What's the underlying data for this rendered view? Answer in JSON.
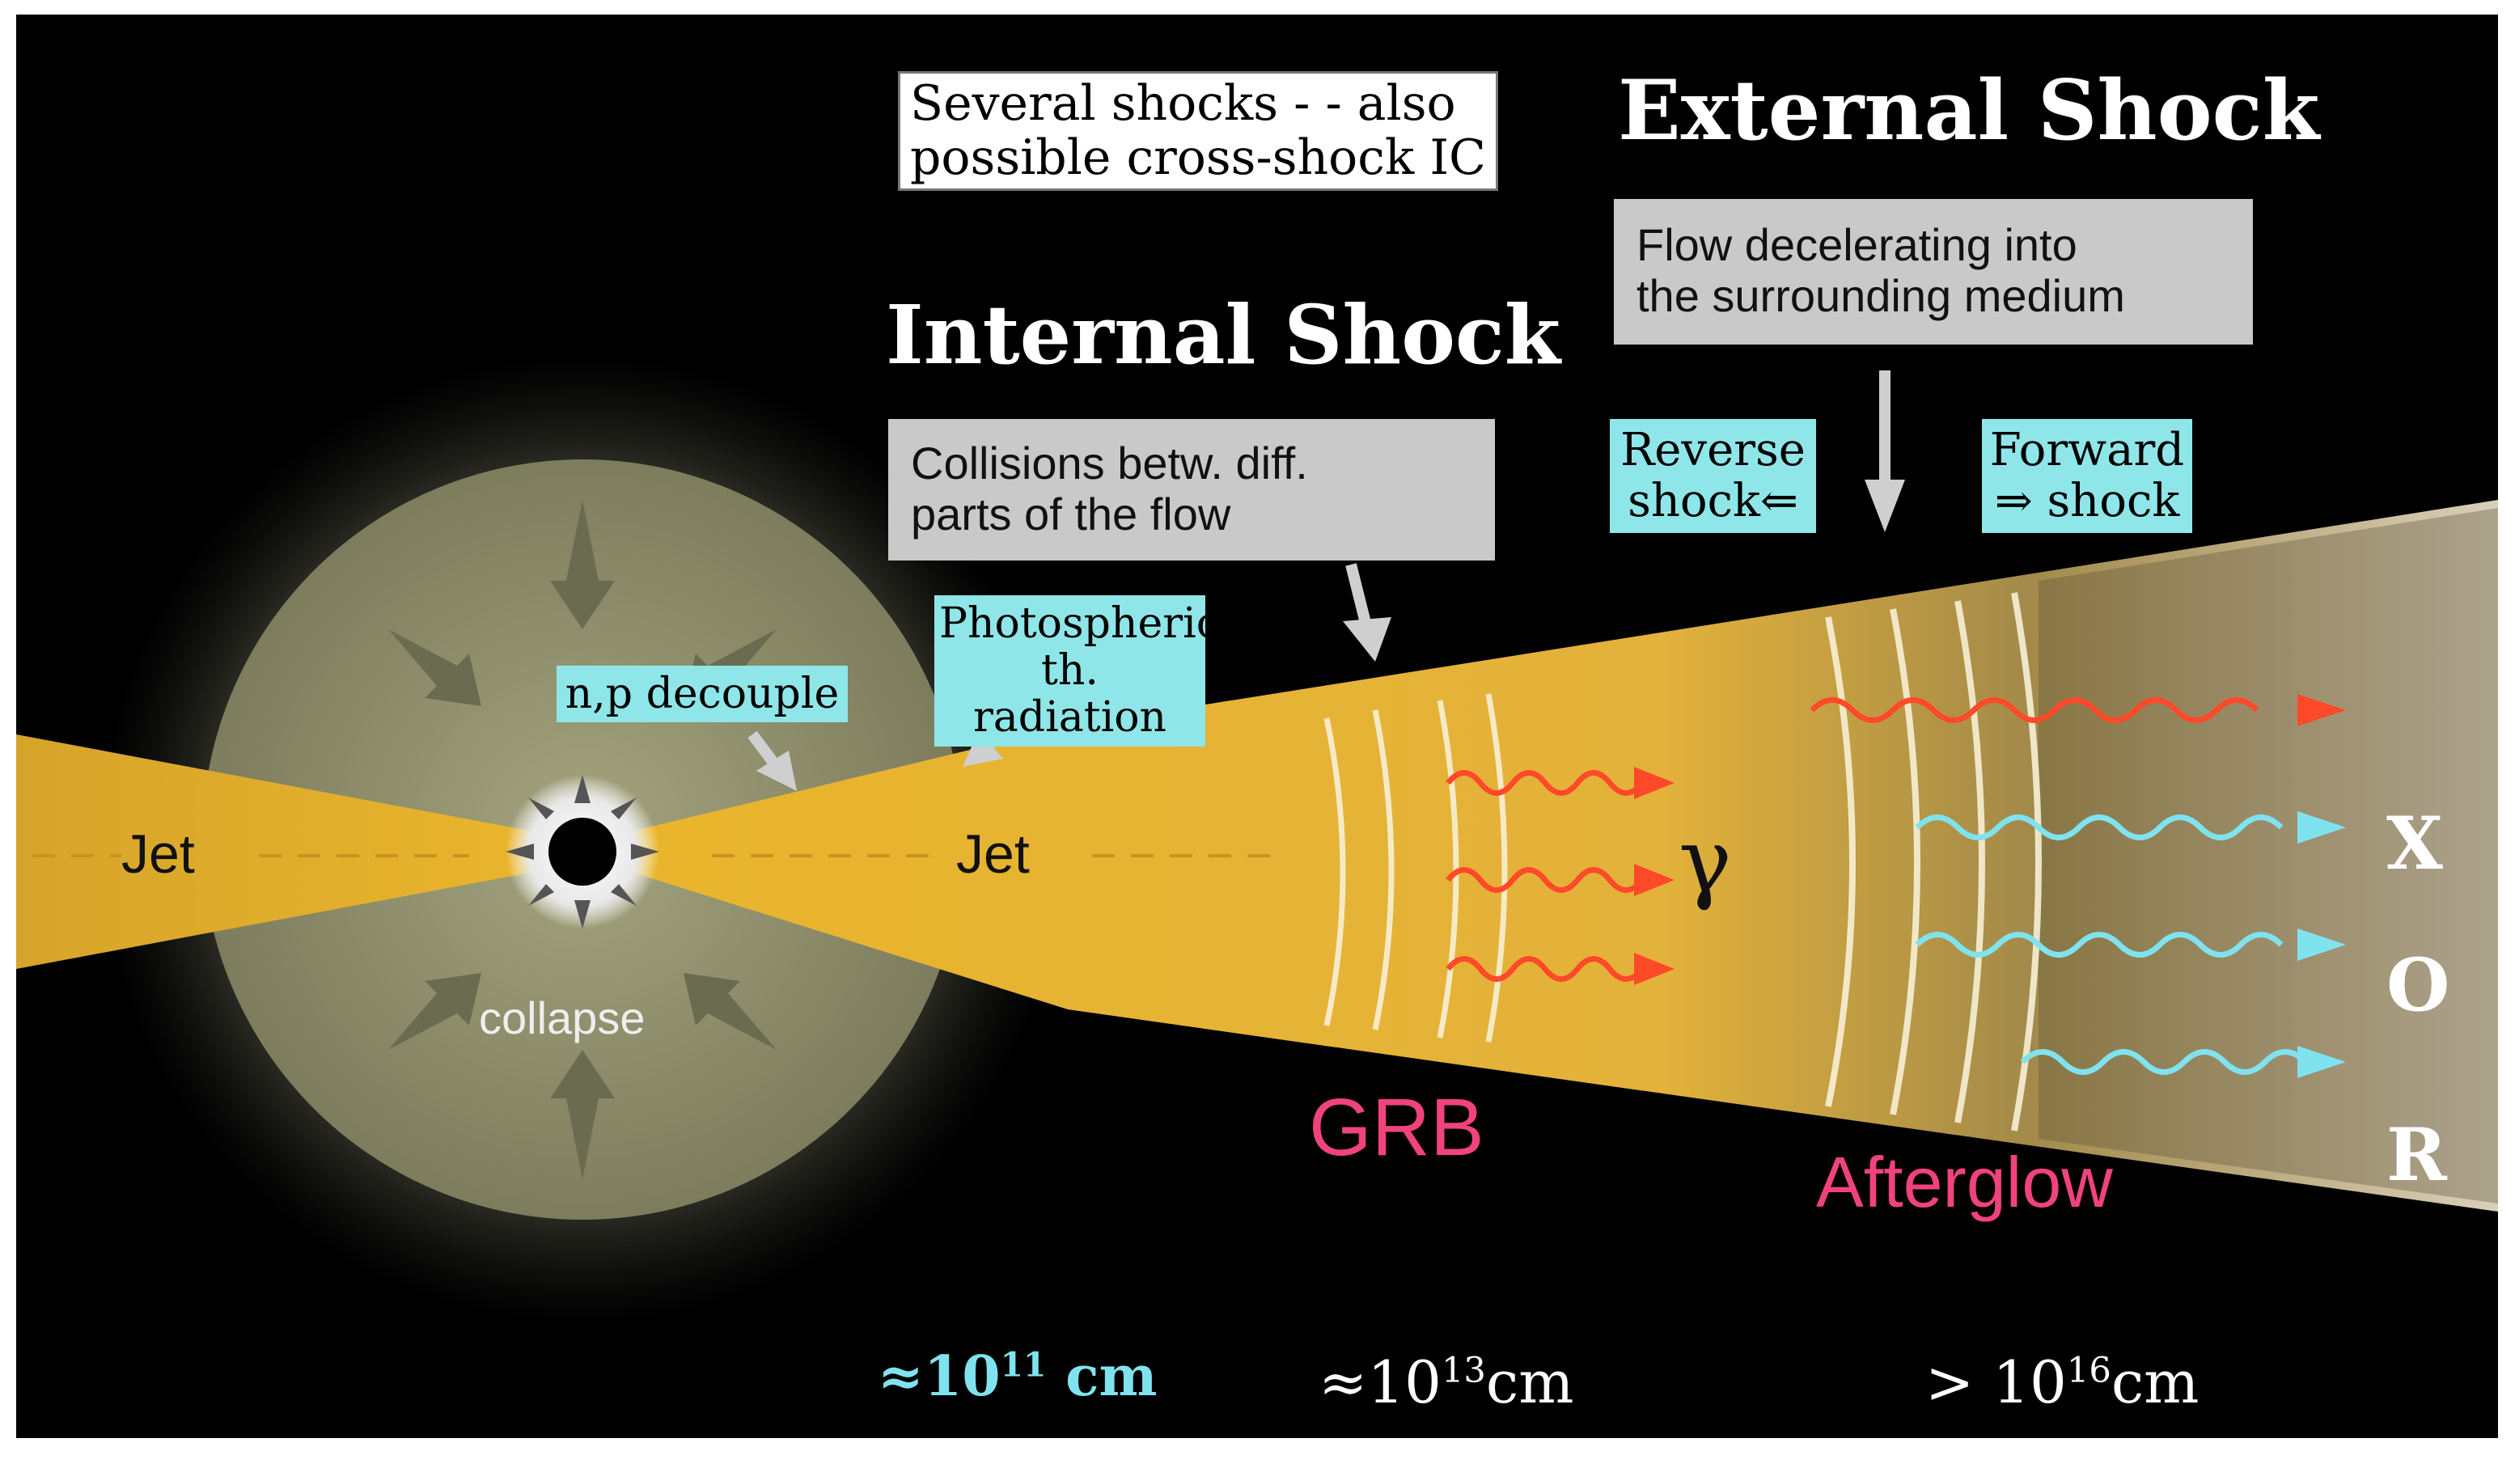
{
  "labels": {
    "several_shocks": "Several shocks - - also\npossible cross-shock IC",
    "external_shock": "External  Shock",
    "flow_decelerating": "Flow decelerating into\n the surrounding  medium",
    "internal_shock": "Internal Shock",
    "collisions": "Collisions betw. diff.\nparts of the flow",
    "reverse_shock": "Reverse\nshock⇐",
    "forward_shock": "Forward\n⇒ shock",
    "photospheric": "Photospheric\nth. radiation",
    "np_decouple": "n,p decouple",
    "jet_left": "Jet",
    "jet_right": "Jet",
    "collapse": "collapse",
    "gamma": "γ",
    "grb": "GRB",
    "afterglow": "Afterglow",
    "band_x": "X",
    "band_o": "O",
    "band_r": "R"
  },
  "scales": {
    "s1_prefix": "≈10",
    "s1_exp": "11",
    "s1_unit": " cm",
    "s2_prefix": "≈10",
    "s2_exp": "13",
    "s2_unit": "cm",
    "s3_prefix": "> 10",
    "s3_exp": "16",
    "s3_unit": "cm"
  },
  "colors": {
    "background": "#000000",
    "jet": "#e9b52c",
    "star": "#8f8f6a",
    "gamma_wave": "#ff4a2a",
    "afterglow_wave": "#7fe3ef",
    "label_cyan": "#8fe6e8",
    "label_gray": "#c9c9c9",
    "pink_text": "#f0437b",
    "scale_cyan": "#7fe3ef"
  }
}
